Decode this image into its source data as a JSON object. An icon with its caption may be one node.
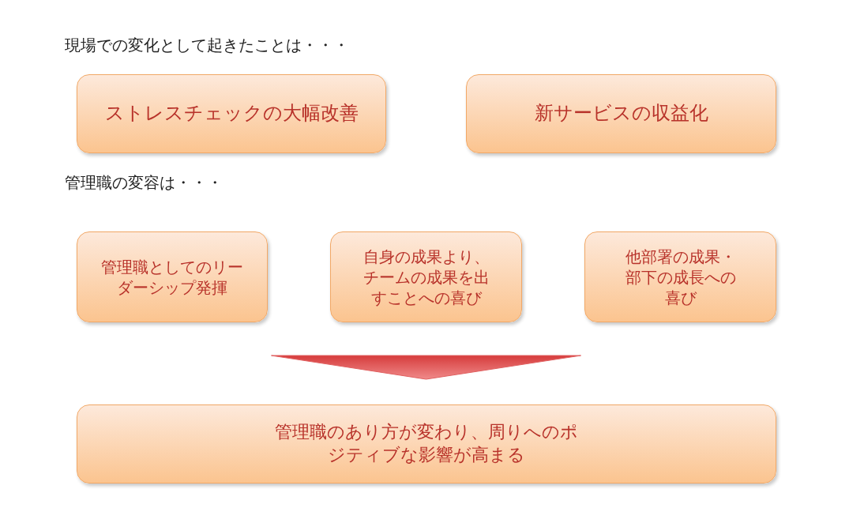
{
  "diagram": {
    "nodes": [
      {
        "text": [
          "ストレスチェックの大幅改善"
        ]
      },
      {
        "text": [
          "新サービスの収益化"
        ]
      },
      {
        "text": [
          "管理職としてのリーダーシップ発揮"
        ]
      },
      {
        "text": [
          "自身の成果より、チームの成果を出すことへの喜び"
        ]
      },
      {
        "text": [
          "他部署の成果・部下の成長への喜び"
        ]
      },
      {
        "text": [
          "管理職のあり方が変わり、周りへのポジティブな影響が高まる"
        ]
      }
    ],
    "edges": [
      {
        "from": 3,
        "to": 5,
        "arrow": "to"
      }
    ],
    "labels": [
      "現場での変化として起きたことは・・・",
      "管理職の変容は・・・"
    ]
  }
}
